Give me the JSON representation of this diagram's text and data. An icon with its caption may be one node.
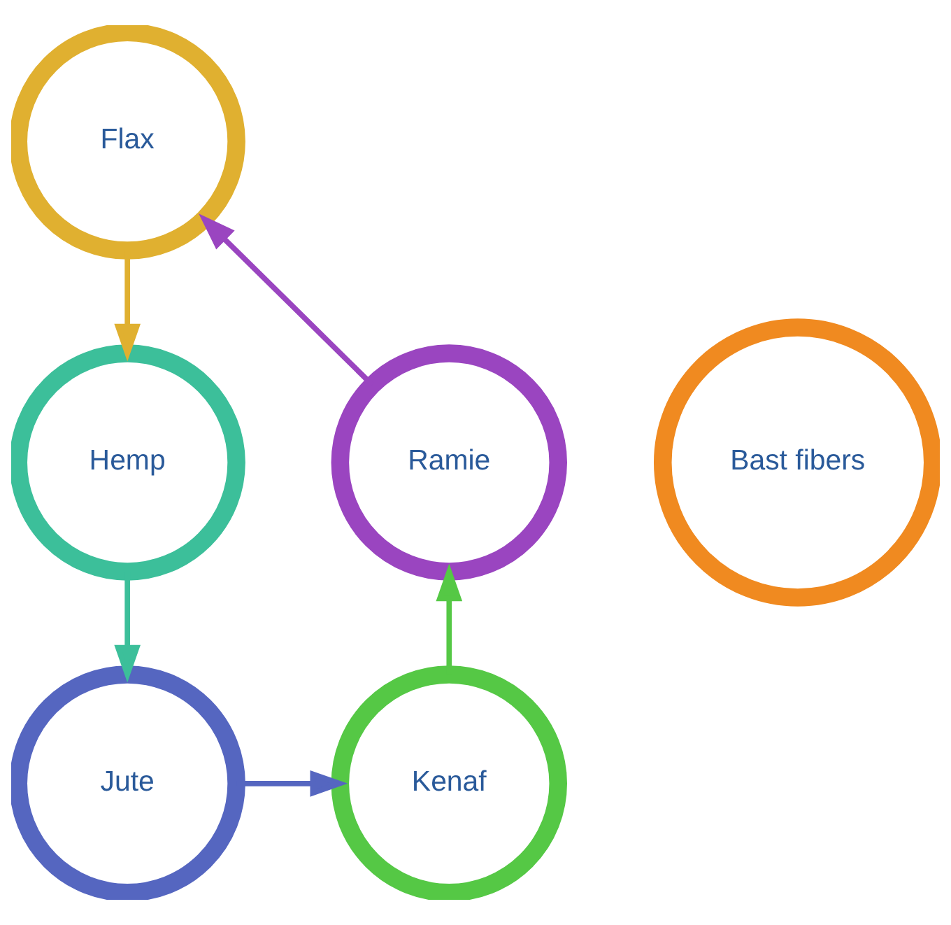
{
  "diagram": {
    "nodes": [
      {
        "text": [
          "Flax"
        ]
      },
      {
        "text": [
          "Ramie"
        ]
      },
      {
        "text": [
          "Bast fibers"
        ]
      },
      {
        "text": [
          "Hemp"
        ]
      },
      {
        "text": [
          "Kenaf"
        ]
      },
      {
        "text": [
          "Jute"
        ]
      }
    ],
    "edges": [
      {
        "from": 0,
        "to": 3,
        "arrow": "to",
        "color": "#e0b030"
      },
      {
        "from": 3,
        "to": 5,
        "arrow": "to",
        "color": "#3cbf9a"
      },
      {
        "from": 5,
        "to": 4,
        "arrow": "to",
        "color": "#5566c0"
      },
      {
        "from": 4,
        "to": 1,
        "arrow": "to",
        "color": "#55c845"
      },
      {
        "from": 1,
        "to": 0,
        "arrow": "to",
        "color": "#9a45c0"
      }
    ]
  }
}
